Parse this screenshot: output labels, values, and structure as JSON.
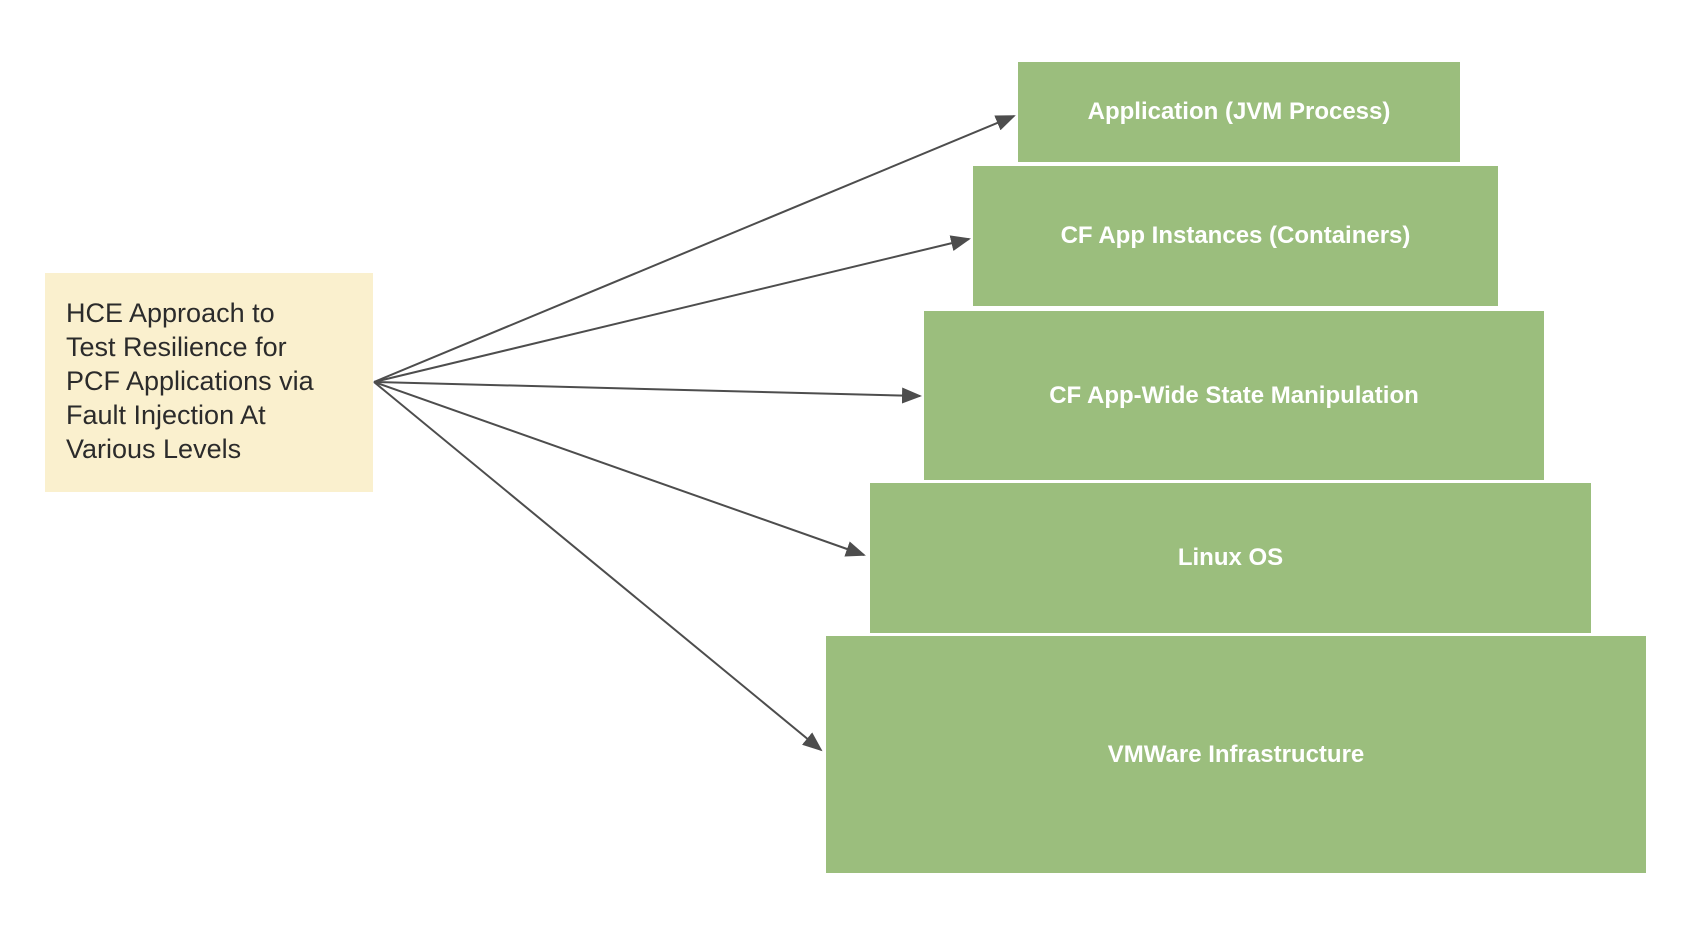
{
  "diagram": {
    "title_box": {
      "text": "HCE Approach to Test Resilience for PCF Applications via Fault Injection At Various Levels",
      "lines": [
        "HCE Approach to",
        "Test Resilience for",
        "PCF Applications via",
        "Fault Injection At",
        "Various Levels"
      ]
    },
    "levels": [
      {
        "label": "Application (JVM Process)"
      },
      {
        "label": "CF App Instances (Containers)"
      },
      {
        "label": "CF App-Wide State Manipulation"
      },
      {
        "label": "Linux OS"
      },
      {
        "label": "VMWare Infrastructure"
      }
    ],
    "colors": {
      "level_fill": "#9bbe7d",
      "level_text": "#ffffff",
      "title_box_fill": "#faf0ce",
      "title_text": "#2b2b2b",
      "arrow": "#4d4d4d",
      "background": "#ffffff"
    }
  }
}
